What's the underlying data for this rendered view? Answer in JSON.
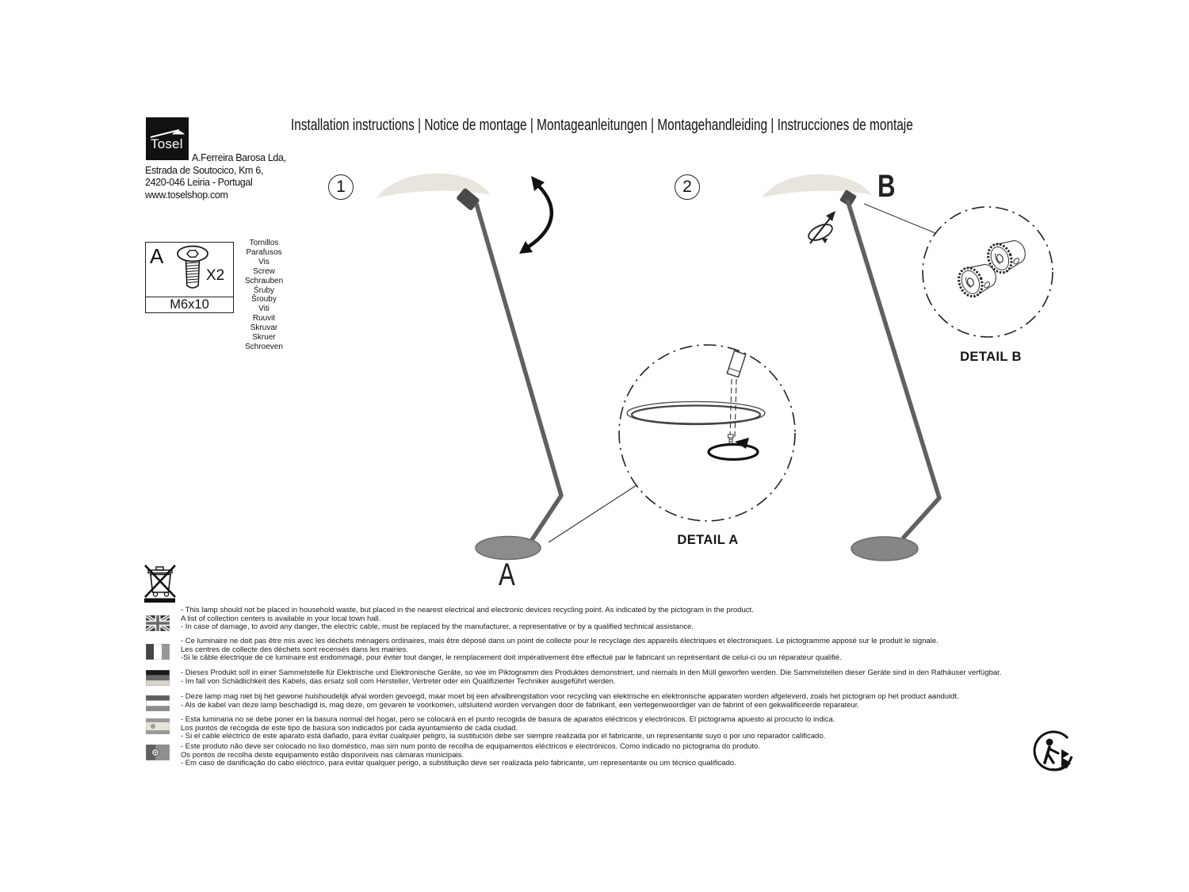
{
  "header": {
    "title": "Installation instructions | Notice de montage | Montageanleitungen | Montagehandleiding | Instrucciones de montaje"
  },
  "company": {
    "logo_text": "Tosel",
    "name": "A.Ferreira Barosa Lda,",
    "address_line1": "Estrada de Soutocico, Km 6,",
    "address_line2": "2420-046 Leiria - Portugal",
    "website": "www.toselshop.com"
  },
  "parts_box": {
    "label": "A",
    "quantity": "X2",
    "size": "M6x10",
    "names": [
      "Tornillos",
      "Parafusos",
      "Vis",
      "Screw",
      "Schrauben",
      "Śruby",
      "Šrouby",
      "Viti",
      "Ruuvit",
      "Skruvar",
      "Skruer",
      "Schroeven"
    ]
  },
  "steps": {
    "step1_number": "1",
    "step2_number": "2",
    "base_label": "A",
    "shade_label": "B",
    "detail_a_label": "DETAIL A",
    "detail_b_label": "DETAIL B"
  },
  "icons": {
    "weee_bin": "crossed-out-wheeled-bin",
    "triman": "triman-recycling",
    "screw": "countersunk-hex-screw",
    "flags": [
      "uk",
      "france",
      "germany",
      "netherlands",
      "spain",
      "portugal"
    ]
  },
  "colors": {
    "shade": "#e9e5de",
    "pole": "#606060",
    "base": "#8c8c8c",
    "ink": "#111111"
  },
  "notices": [
    {
      "flag": "uk",
      "lines": [
        "- This lamp should not be placed in household waste, but placed in the nearest electrical and electronic devices recycling point. As indicated by the pictogram in the product.",
        "A list of collection centers is available in your local town hall.",
        "- In case of damage, to avoid any danger, the electric cable, must be replaced by the manufacturer, a representative or by a qualified technical assistance."
      ]
    },
    {
      "flag": "france",
      "lines": [
        "- Ce luminaire ne doit pas être mis avec les déchets ménagers ordinaires, mais être déposé dans un point de collecte pour le recyclage des appareils électriques et électroniques. Le pictogramme apposé sur le produit le signale.",
        "Les centres de collecte des déchets sont recensés dans les mairies.",
        "-Si le câble électrique de ce luminaire est endommagé, pour éviter tout danger, le remplacement doit impérativement être effectué par le fabricant un représentant de celui-ci ou un réparateur qualifié."
      ]
    },
    {
      "flag": "germany",
      "lines": [
        "- Dieses Produkt soll in einer Sammelstelle für Elektrische und Elektronische Geräte, so wie im Piktogramm des Produktes demonstriert, und niemals in den Müll geworfen werden. Die Sammelstellen dieser Geräte sind in den Rathäuser verfügbar.",
        "- Im fall von Schädlichkeit des Kabels, das ersatz soll com Hersteller, Vertreter oder ein Qualifizierter Techniker ausgeführt werden."
      ]
    },
    {
      "flag": "netherlands",
      "lines": [
        "- Deze lamp mag niet bij het gewone huishoudelijk afval worden gevoegd, maar moet bij een afvalbrengstation voor recycling van elektrische en elektronische apparaten worden afgeleverd, zoals het pictogram op het product aanduidt.",
        "- Als de kabel van deze lamp beschadigd is, mag deze, om gevaren te voorkomen, uitsluitend worden vervangen door de fabrikant, een vertegenwoordiger van de fabrint of een gekwalificeerde reparateur."
      ]
    },
    {
      "flag": "spain",
      "lines": [
        "- Esta luminaria no se debe poner en la basura normal del hogar, pero se colocará en el punto recogida de basura de aparatos eléctricos y electrónicos. El pictograma apuesto al procucto lo indica.",
        "Los puntos de recogida de este tipo de basura son indicados por cada ayuntamiento de cada ciudad.",
        "- Si el cable eléctrico de este aparato está dañado, para evitar cualquier peligro, la sustitución debe ser siempre realizada por el fabricante, un representante suyo o por uno reparador calificado."
      ]
    },
    {
      "flag": "portugal",
      "lines": [
        "- Este produto não deve ser colocado no lixo doméstico, mas sim num ponto de recolha de equipamentos eléctricos e electrónicos. Como indicado no pictograma do produto.",
        "Os pontos de recolha deste equipamento estão disponíveis nas câmaras municipais.",
        "- Em caso de danificação do cabo eléctrico, para evitar qualquer perigo, a substituição deve ser realizada pelo fabricante, um representante ou um técnico qualificado."
      ]
    }
  ]
}
